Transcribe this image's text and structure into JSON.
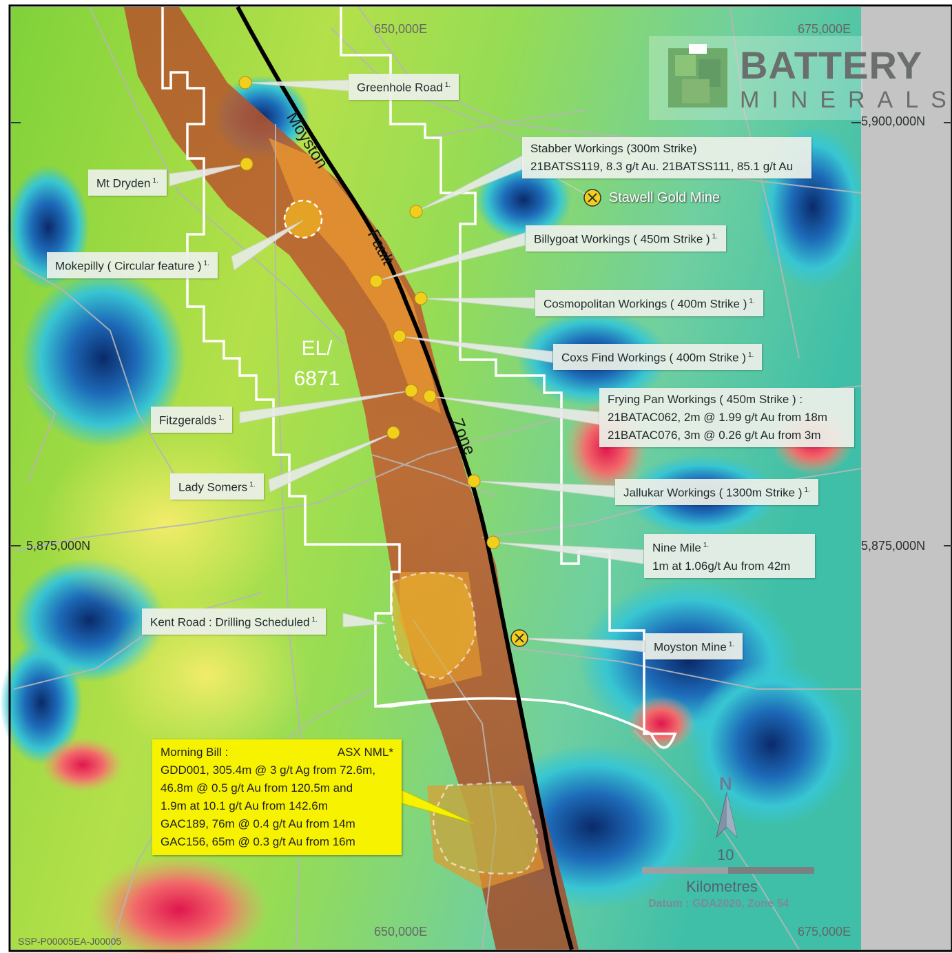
{
  "coordinates": {
    "e650_top": "650,000E",
    "e675_top": "675,000E",
    "e650_bottom": "650,000E",
    "e675_bottom": "675,000E",
    "n5900_right": "5,900,000N",
    "n5875_left": "5,875,000N",
    "n5875_right": "5,875,000N"
  },
  "logo": {
    "word1": "BATTERY",
    "word2": "MINERALS"
  },
  "fault": {
    "word1": "Moyston",
    "word2": "Fault",
    "word3": "Zone"
  },
  "tenement": {
    "line1": "EL/",
    "line2": "6871"
  },
  "stawell": {
    "label": "Stawell Gold Mine"
  },
  "labels": {
    "greenhole": {
      "text": "Greenhole Road",
      "sup": "1."
    },
    "mtdryden": {
      "text": "Mt Dryden",
      "sup": "1."
    },
    "mokepilly": {
      "text": "Mokepilly ( Circular feature )",
      "sup": "1."
    },
    "stabber": {
      "line1": "Stabber Workings (300m Strike)",
      "line2": "21BATSS119, 8.3 g/t Au.  21BATSS111, 85.1 g/t Au"
    },
    "billygoat": {
      "text": "Billygoat Workings ( 450m Strike )",
      "sup": "1."
    },
    "cosmopolitan": {
      "text": "Cosmopolitan Workings ( 400m Strike )",
      "sup": "1."
    },
    "coxs": {
      "text": "Coxs Find Workings ( 400m Strike )",
      "sup": "1."
    },
    "fryingpan": {
      "line1": "Frying Pan Workings ( 450m Strike ) :",
      "line2": "21BATAC062, 2m @ 1.99 g/t Au from 18m",
      "line3": "21BATAC076, 3m @ 0.26 g/t Au from 3m"
    },
    "fitzgeralds": {
      "text": "Fitzgeralds",
      "sup": "1."
    },
    "ladysomers": {
      "text": "Lady Somers",
      "sup": "1."
    },
    "jallukar": {
      "text": "Jallukar Workings ( 1300m Strike )",
      "sup": "1."
    },
    "ninemile": {
      "line1": "Nine Mile",
      "sup": "1.",
      "line2": "1m at 1.06g/t Au from 42m"
    },
    "kentroad": {
      "text": "Kent Road : Drilling Scheduled",
      "sup": "1."
    },
    "moystonmine": {
      "text": "Moyston Mine",
      "sup": "1."
    },
    "morningbill": {
      "line1a": "Morning Bill :",
      "line1b": "ASX NML*",
      "line2": "GDD001, 305.4m @ 3 g/t Ag from 72.6m,",
      "line3": "46.8m @  0.5 g/t Au from 120.5m and",
      "line4": "1.9m at 10.1 g/t Au from 142.6m",
      "line5": "GAC189, 76m @ 0.4 g/t Au from 14m",
      "line6": "GAC156, 65m @ 0.3 g/t Au from 16m"
    }
  },
  "scale": {
    "north": "N",
    "value": "10",
    "unit": "Kilometres",
    "datum": "Datum : GDA2020, Zone 54"
  },
  "footer": {
    "code": "SSP-P00005EA-J00005"
  },
  "colors": {
    "highlight": "#f6f200",
    "fault_line": "#000000",
    "tenement_line": "#ffffff",
    "prospect_dot": "#f2cf1c"
  }
}
